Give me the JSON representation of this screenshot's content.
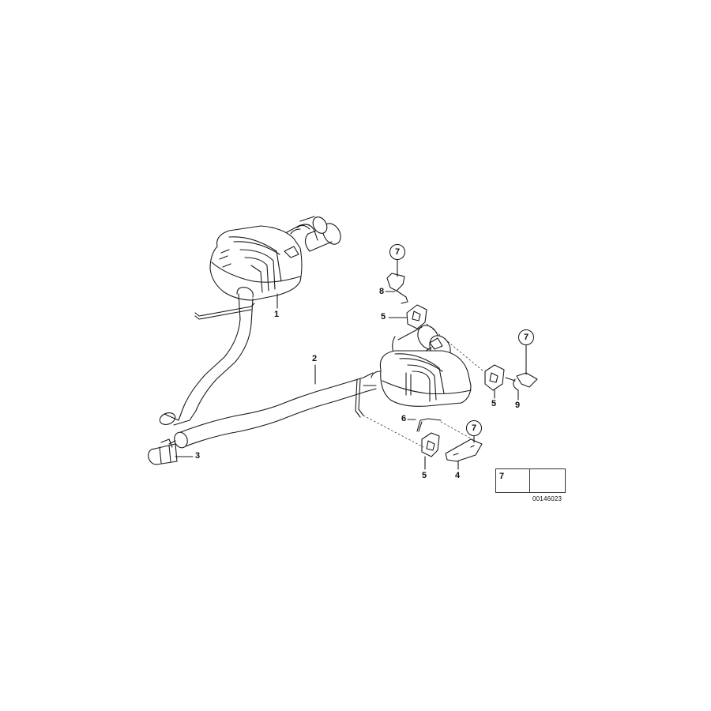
{
  "diagram": {
    "type": "exploded parts diagram",
    "subject": "rear exhaust system with two rear silencers and connecting pipe",
    "parts": [
      {
        "id": "1",
        "label": "1",
        "desc": "rear silencer, left"
      },
      {
        "id": "2",
        "label": "2",
        "desc": "connecting pipe"
      },
      {
        "id": "3",
        "label": "3",
        "desc": "clamp"
      },
      {
        "id": "4",
        "label": "4",
        "desc": "bracket"
      },
      {
        "id": "5a",
        "label": "5",
        "desc": "rubber mount (upper)"
      },
      {
        "id": "5b",
        "label": "5",
        "desc": "rubber mount (right)"
      },
      {
        "id": "5c",
        "label": "5",
        "desc": "rubber mount (lower)"
      },
      {
        "id": "6",
        "label": "6",
        "desc": "hanger"
      },
      {
        "id": "7a",
        "label": "7",
        "desc": "nut (circled, upper)"
      },
      {
        "id": "7b",
        "label": "7",
        "desc": "nut (circled, right)"
      },
      {
        "id": "7c",
        "label": "7",
        "desc": "nut (circled, lower)"
      },
      {
        "id": "8",
        "label": "8",
        "desc": "bracket with pin (upper)"
      },
      {
        "id": "9",
        "label": "9",
        "desc": "bracket with pin (right)"
      }
    ],
    "legend": {
      "number": "7",
      "item_icon": "hex-nut-icon",
      "arrow_icon": "direction-arrow-icon",
      "code": "00146023"
    }
  }
}
